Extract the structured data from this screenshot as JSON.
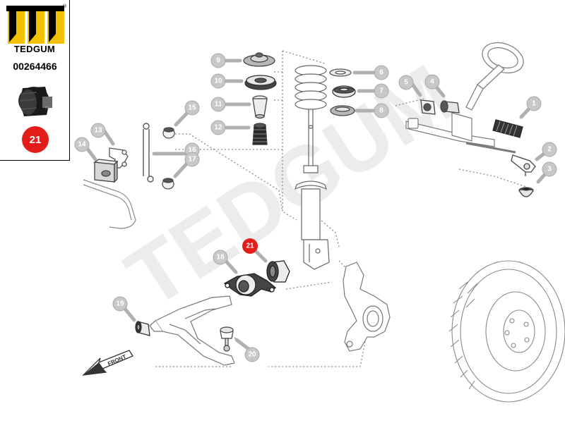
{
  "brand": {
    "name": "TEDGUM",
    "registered_mark": "®"
  },
  "part_number": "00264466",
  "highlighted_callout": "21",
  "watermark": "TEDGUM",
  "front_label": "FRONT",
  "callouts": [
    "1",
    "2",
    "3",
    "4",
    "5",
    "6",
    "7",
    "8",
    "9",
    "10",
    "11",
    "12",
    "13",
    "14",
    "15",
    "16",
    "17",
    "18",
    "19",
    "20",
    "21"
  ],
  "colors": {
    "accent_red": "#e31d1a",
    "callout_fill": "#c8c8c8",
    "line_gray": "#9a9a9a",
    "watermark_gray": "#ececec"
  },
  "icons": {
    "logo": "tedgum-logo-icon",
    "product": "bushing-product-icon",
    "front_arrow": "front-arrow-icon"
  }
}
